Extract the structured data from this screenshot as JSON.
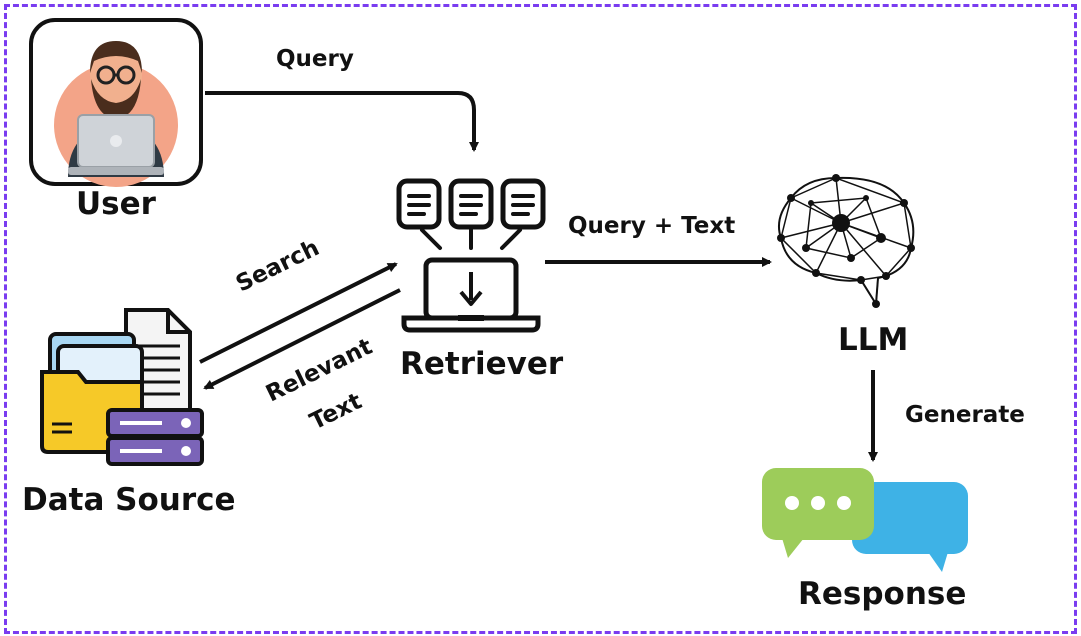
{
  "nodes": {
    "user": "User",
    "retriever": "Retriever",
    "llm": "LLM",
    "data_source": "Data Source",
    "response": "Response"
  },
  "edges": {
    "query": "Query",
    "query_text": "Query + Text",
    "search": "Search",
    "relevant_1": "Relevant",
    "relevant_2": "Text",
    "generate": "Generate"
  },
  "colors": {
    "frame": "#7a3cf0",
    "folder": "#f6c928",
    "server": "#7b64b8",
    "bubble_green": "#9dcc5a",
    "bubble_blue": "#3eb2e6",
    "skin": "#f3a488"
  }
}
